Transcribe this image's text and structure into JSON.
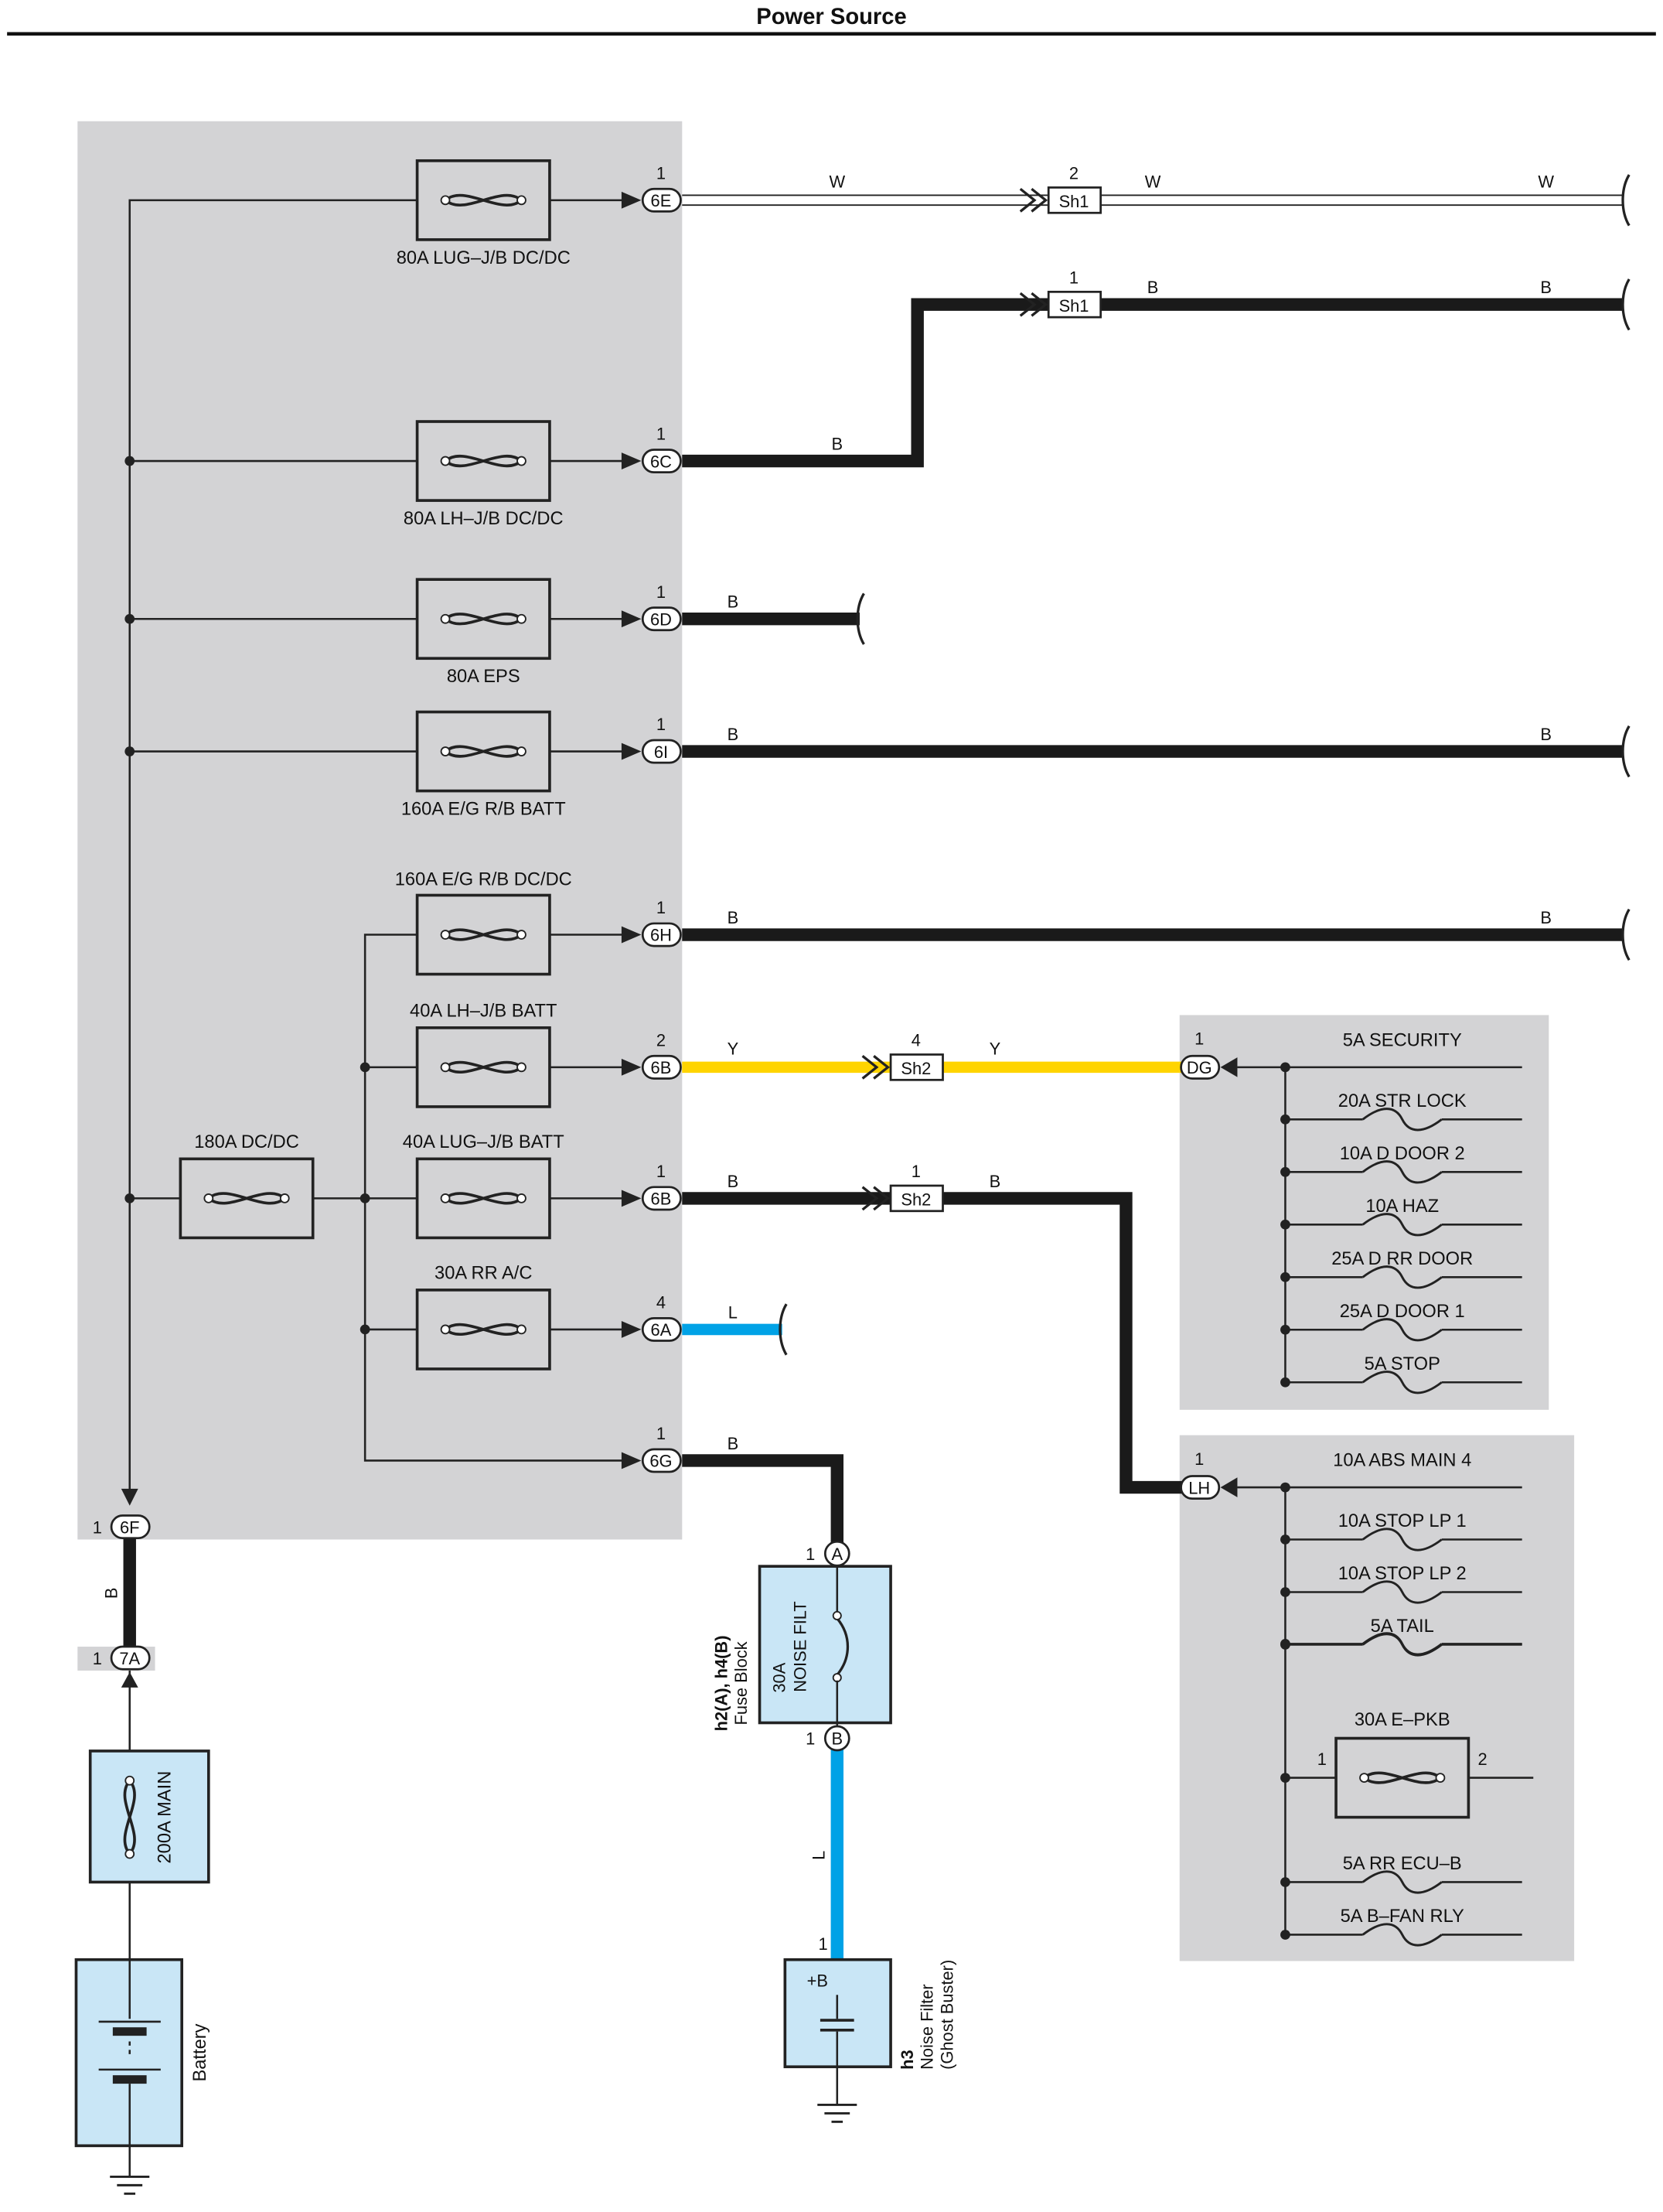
{
  "title": "Power Source",
  "colors": {
    "panel": "#d3d3d5",
    "component_fill": "#c9e6f6",
    "wire_yellow": "#ffd400",
    "wire_blue": "#00a2e6",
    "wire_black": "#1a1a1a",
    "line": "#222222"
  },
  "fuses": [
    {
      "label": "80A LUG–J/B DC/DC"
    },
    {
      "label": "80A LH–J/B DC/DC"
    },
    {
      "label": "80A EPS"
    },
    {
      "label": "160A E/G R/B BATT"
    },
    {
      "label": "160A E/G R/B DC/DC"
    },
    {
      "label": "40A LH–J/B BATT"
    },
    {
      "label": "40A LUG–J/B BATT"
    },
    {
      "label": "30A RR A/C"
    },
    {
      "label": "180A DC/DC"
    }
  ],
  "connectors": [
    {
      "code": "6E",
      "pin": "1"
    },
    {
      "code": "6C",
      "pin": "1"
    },
    {
      "code": "6D",
      "pin": "1"
    },
    {
      "code": "6I",
      "pin": "1"
    },
    {
      "code": "6H",
      "pin": "1"
    },
    {
      "code": "6B",
      "pin": "2"
    },
    {
      "code": "6B",
      "pin": "1"
    },
    {
      "code": "6A",
      "pin": "4"
    },
    {
      "code": "6G",
      "pin": "1"
    },
    {
      "code": "6F",
      "pin": "1"
    },
    {
      "code": "7A",
      "pin": "1"
    },
    {
      "code": "DG",
      "pin": "1"
    },
    {
      "code": "LH",
      "pin": "1"
    },
    {
      "code": "A",
      "pin": "1"
    },
    {
      "code": "B",
      "pin": "1"
    }
  ],
  "splices": [
    {
      "code": "Sh1",
      "pin": "2"
    },
    {
      "code": "Sh1",
      "pin": "1"
    },
    {
      "code": "Sh2",
      "pin": "4"
    },
    {
      "code": "Sh2",
      "pin": "1"
    }
  ],
  "wire_labels": {
    "W": "W",
    "B": "B",
    "Y": "Y",
    "L": "L"
  },
  "dg_block": {
    "fuses": [
      "5A SECURITY",
      "20A STR LOCK",
      "10A D DOOR 2",
      "10A HAZ",
      "25A D RR DOOR",
      "25A D DOOR 1",
      "5A STOP"
    ]
  },
  "lh_block": {
    "fuses_top": [
      "10A ABS MAIN 4",
      "10A STOP LP 1",
      "10A STOP LP 2",
      "5A TAIL"
    ],
    "big_fuse": {
      "label": "30A E–PKB",
      "pin_left": "1",
      "pin_right": "2"
    },
    "fuses_bottom": [
      "5A RR ECU–B",
      "5A B–FAN RLY"
    ]
  },
  "main_fuse": {
    "label": "200A MAIN"
  },
  "battery": {
    "label": "Battery"
  },
  "fuse_block": {
    "ref": "h2(A), h4(B)",
    "name": "Fuse Block",
    "fuse_label_1": "30A",
    "fuse_label_2": "NOISE FILT"
  },
  "noise_filter": {
    "ref": "h3",
    "name": "Noise Filter",
    "subname": "(Ghost Buster)",
    "terminal": "+B",
    "pin": "1"
  }
}
